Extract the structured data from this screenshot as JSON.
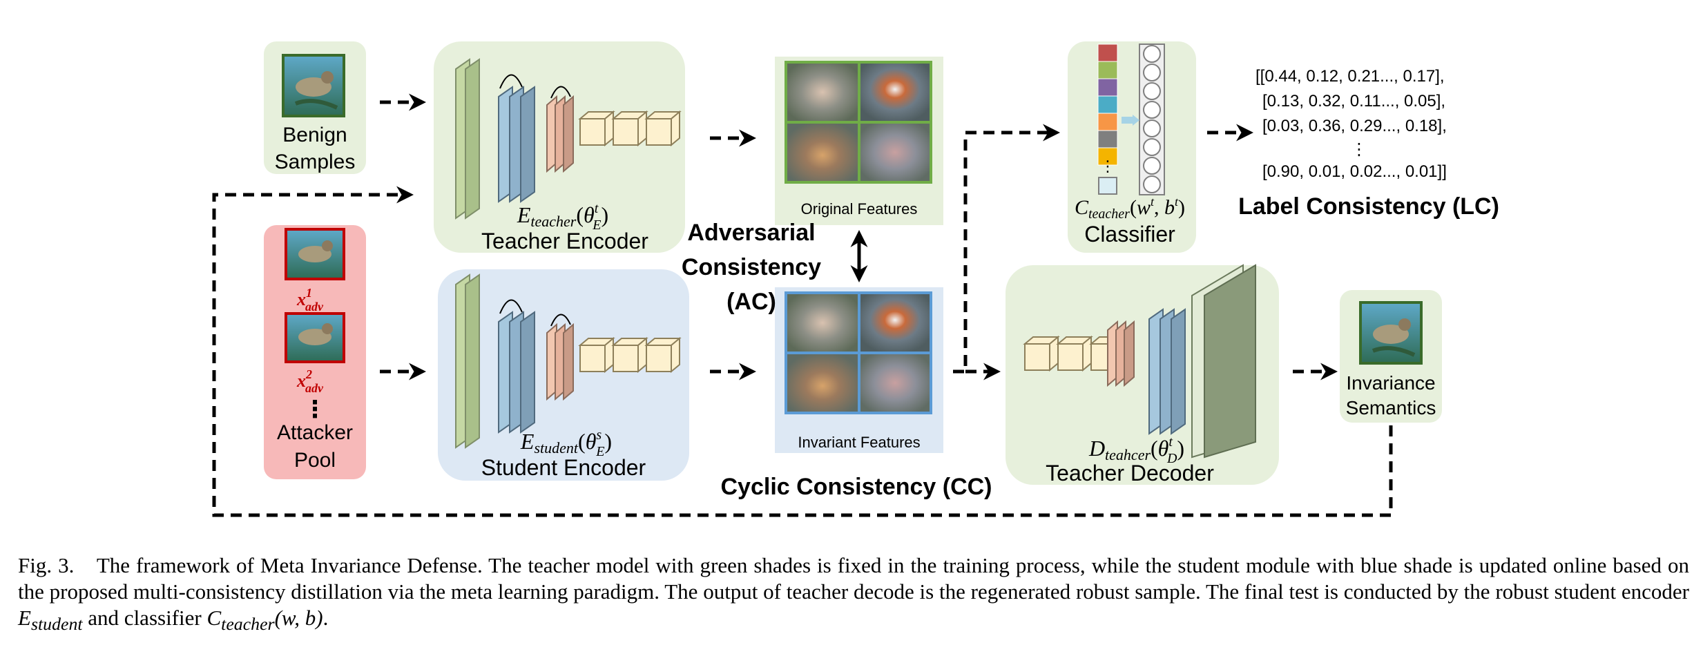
{
  "inputs": {
    "benign_label_1": "Benign",
    "benign_label_2": "Samples",
    "adv1_base": "x",
    "adv1_sup": "1",
    "adv1_sub": "adv",
    "adv2_base": "x",
    "adv2_sup": "2",
    "adv2_sub": "adv",
    "pool_dots": "⋮",
    "pool_label_1": "Attacker",
    "pool_label_2": "Pool"
  },
  "teacher_encoder": {
    "label": "Teacher Encoder",
    "math_base": "E",
    "math_sub": "teacher",
    "math_arg": "θ",
    "math_arg_sup": "t",
    "math_arg_sub": "E"
  },
  "student_encoder": {
    "label": "Student Encoder",
    "math_base": "E",
    "math_sub": "student",
    "math_arg": "θ",
    "math_arg_sup": "s",
    "math_arg_sub": "E"
  },
  "features": {
    "original_label": "Original Features",
    "invariant_label": "Invariant Features"
  },
  "consistency": {
    "ac_line1": "Adversarial",
    "ac_line2": "Consistency",
    "ac_line3": "(AC)",
    "cc": "Cyclic Consistency (CC)",
    "lc": "Label Consistency (LC)"
  },
  "classifier": {
    "label": "Classifier",
    "math_base": "C",
    "math_sub": "teacher",
    "math_args": "w",
    "math_args_sup": "t",
    "math_args_b": "b",
    "math_args_b_sup": "t",
    "dots": "⋮",
    "colors": [
      "#c0504d",
      "#9bbb59",
      "#8064a2",
      "#4bacc6",
      "#f79646",
      "#7f7f7f",
      "#f4b400"
    ]
  },
  "output_probs": {
    "rows": [
      "[[0.44, 0.12, 0.21..., 0.17],",
      "[0.13, 0.32, 0.11..., 0.05],",
      "[0.03, 0.36, 0.29..., 0.18],",
      "⋮",
      "[0.90, 0.01, 0.02..., 0.01]]"
    ]
  },
  "teacher_decoder": {
    "label": "Teacher Decoder",
    "math_base": "D",
    "math_sub": "teahcer",
    "math_arg": "θ",
    "math_arg_sup": "t",
    "math_arg_sub": "D"
  },
  "output_sample": {
    "label_1": "Invariance",
    "label_2": "Semantics"
  },
  "caption": {
    "fig": "Fig. 3.",
    "text": "The framework of Meta Invariance Defense. The teacher model with green shades is fixed in the training process, while the student module with blue shade is updated online based on the proposed multi-consistency distillation via the meta learning paradigm. The output of teacher decode is the regenerated robust sample. The final test is conducted by the robust student encoder",
    "math1_base": "E",
    "math1_sub": "student",
    "and": "and classifier",
    "math2_base": "C",
    "math2_sub": "teacher",
    "math2_args": "(w, b)",
    "end": "."
  },
  "colors": {
    "green_shade": "#e7f0dc",
    "blue_shade": "#dde8f4",
    "red_shade": "#f7b9b9",
    "adv_red": "#c00000",
    "feat_green_border": "#70ad47",
    "feat_blue_border": "#5b9bd5"
  }
}
